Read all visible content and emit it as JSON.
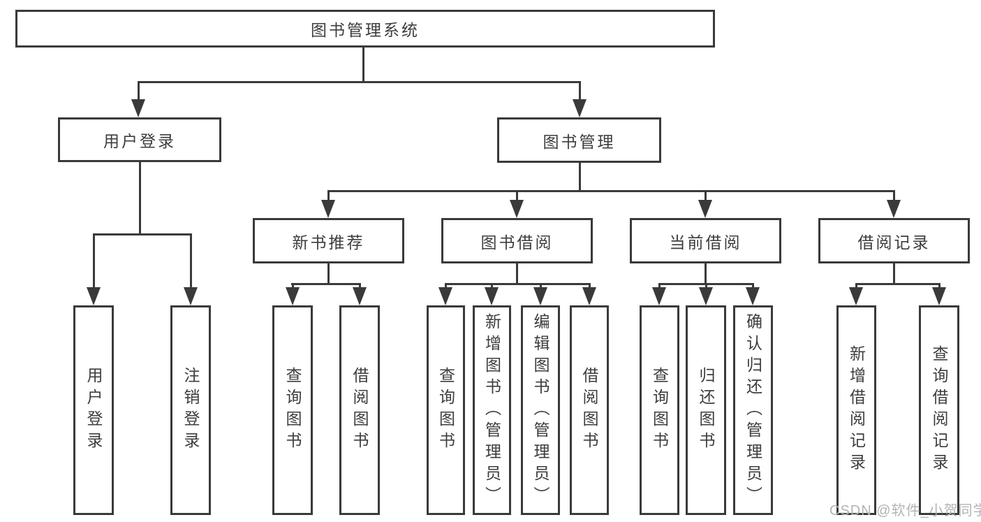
{
  "diagram": {
    "type": "hierarchy-tree",
    "title": "图书管理系统",
    "colors": {
      "line": "#3a3a3a",
      "text": "#3d3d3d",
      "box_background": "#ffffff",
      "watermark": "#b3b3b3"
    },
    "watermark": {
      "text": "CSDN @软件_小贺同学"
    },
    "nodes": {
      "root": {
        "label": "图书管理系统"
      },
      "user_login": {
        "label": "用户登录"
      },
      "book_mgmt": {
        "label": "图书管理"
      },
      "new_book_rec": {
        "label": "新书推荐"
      },
      "book_borrow": {
        "label": "图书借阅"
      },
      "current_borrow": {
        "label": "当前借阅"
      },
      "borrow_record": {
        "label": "借阅记录"
      },
      "leaf_user_login": {
        "label": "用户登录"
      },
      "leaf_logout": {
        "label": "注销登录"
      },
      "leaf_rec_query": {
        "label": "查询图书"
      },
      "leaf_rec_borrow": {
        "label": "借阅图书"
      },
      "leaf_bb_query": {
        "label": "查询图书"
      },
      "leaf_bb_add": {
        "label": "新增图书（管理员）"
      },
      "leaf_bb_edit": {
        "label": "编辑图书（管理员）"
      },
      "leaf_bb_borrow": {
        "label": "借阅图书"
      },
      "leaf_cb_query": {
        "label": "查询图书"
      },
      "leaf_cb_return": {
        "label": "归还图书"
      },
      "leaf_cb_confirm": {
        "label": "确认归还（管理员）"
      },
      "leaf_br_add": {
        "label": "新增借阅记录"
      },
      "leaf_br_query": {
        "label": "查询借阅记录"
      }
    },
    "edges": [
      [
        "root",
        "user_login"
      ],
      [
        "root",
        "book_mgmt"
      ],
      [
        "user_login",
        "leaf_user_login"
      ],
      [
        "user_login",
        "leaf_logout"
      ],
      [
        "book_mgmt",
        "new_book_rec"
      ],
      [
        "book_mgmt",
        "book_borrow"
      ],
      [
        "book_mgmt",
        "current_borrow"
      ],
      [
        "book_mgmt",
        "borrow_record"
      ],
      [
        "new_book_rec",
        "leaf_rec_query"
      ],
      [
        "new_book_rec",
        "leaf_rec_borrow"
      ],
      [
        "book_borrow",
        "leaf_bb_query"
      ],
      [
        "book_borrow",
        "leaf_bb_add"
      ],
      [
        "book_borrow",
        "leaf_bb_edit"
      ],
      [
        "book_borrow",
        "leaf_bb_borrow"
      ],
      [
        "current_borrow",
        "leaf_cb_query"
      ],
      [
        "current_borrow",
        "leaf_cb_return"
      ],
      [
        "current_borrow",
        "leaf_cb_confirm"
      ],
      [
        "borrow_record",
        "leaf_br_add"
      ],
      [
        "borrow_record",
        "leaf_br_query"
      ]
    ]
  }
}
